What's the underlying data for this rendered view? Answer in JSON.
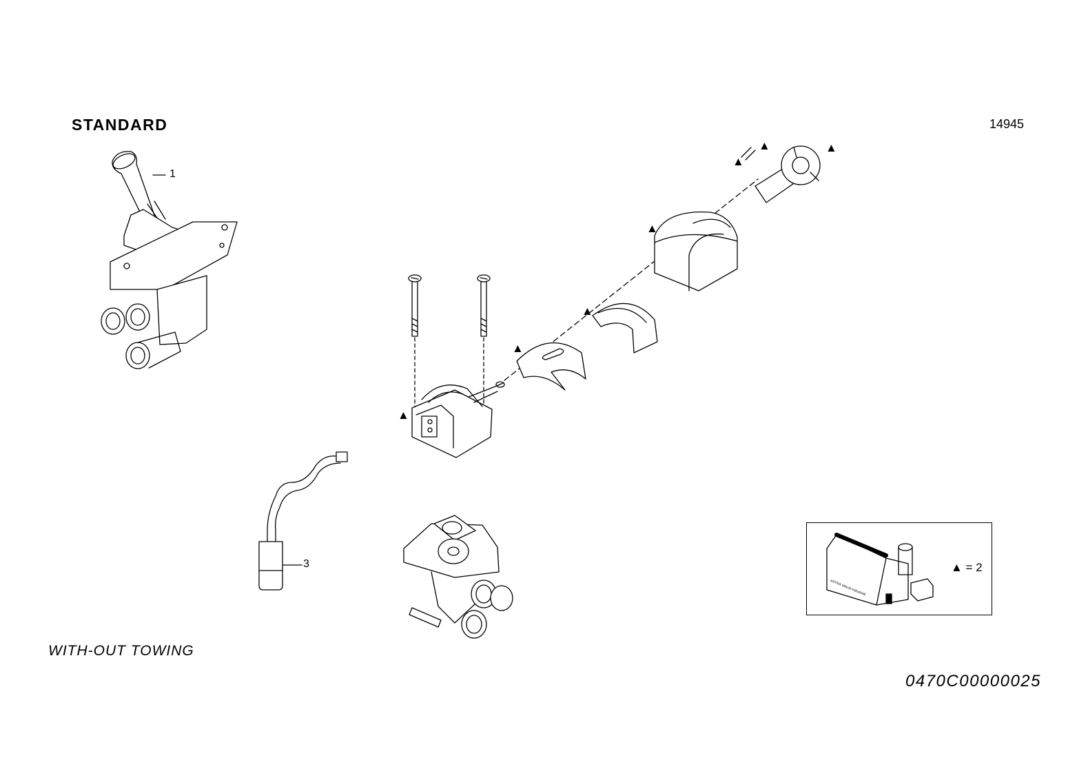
{
  "title": "STANDARD",
  "figure_number": "14945",
  "caption": "WITH-OUT TOWING",
  "drawing_code": "0470C00000025",
  "callouts": {
    "item_1": "1",
    "item_3": "3"
  },
  "kit_symbol": "▲",
  "kit_legend": "▲ = 2",
  "kit_box_text": "ASTRA Veicoli Industriali",
  "kit_markers": [
    "▲",
    "▲",
    "▲",
    "▲",
    "▲",
    "▲",
    "▲"
  ]
}
